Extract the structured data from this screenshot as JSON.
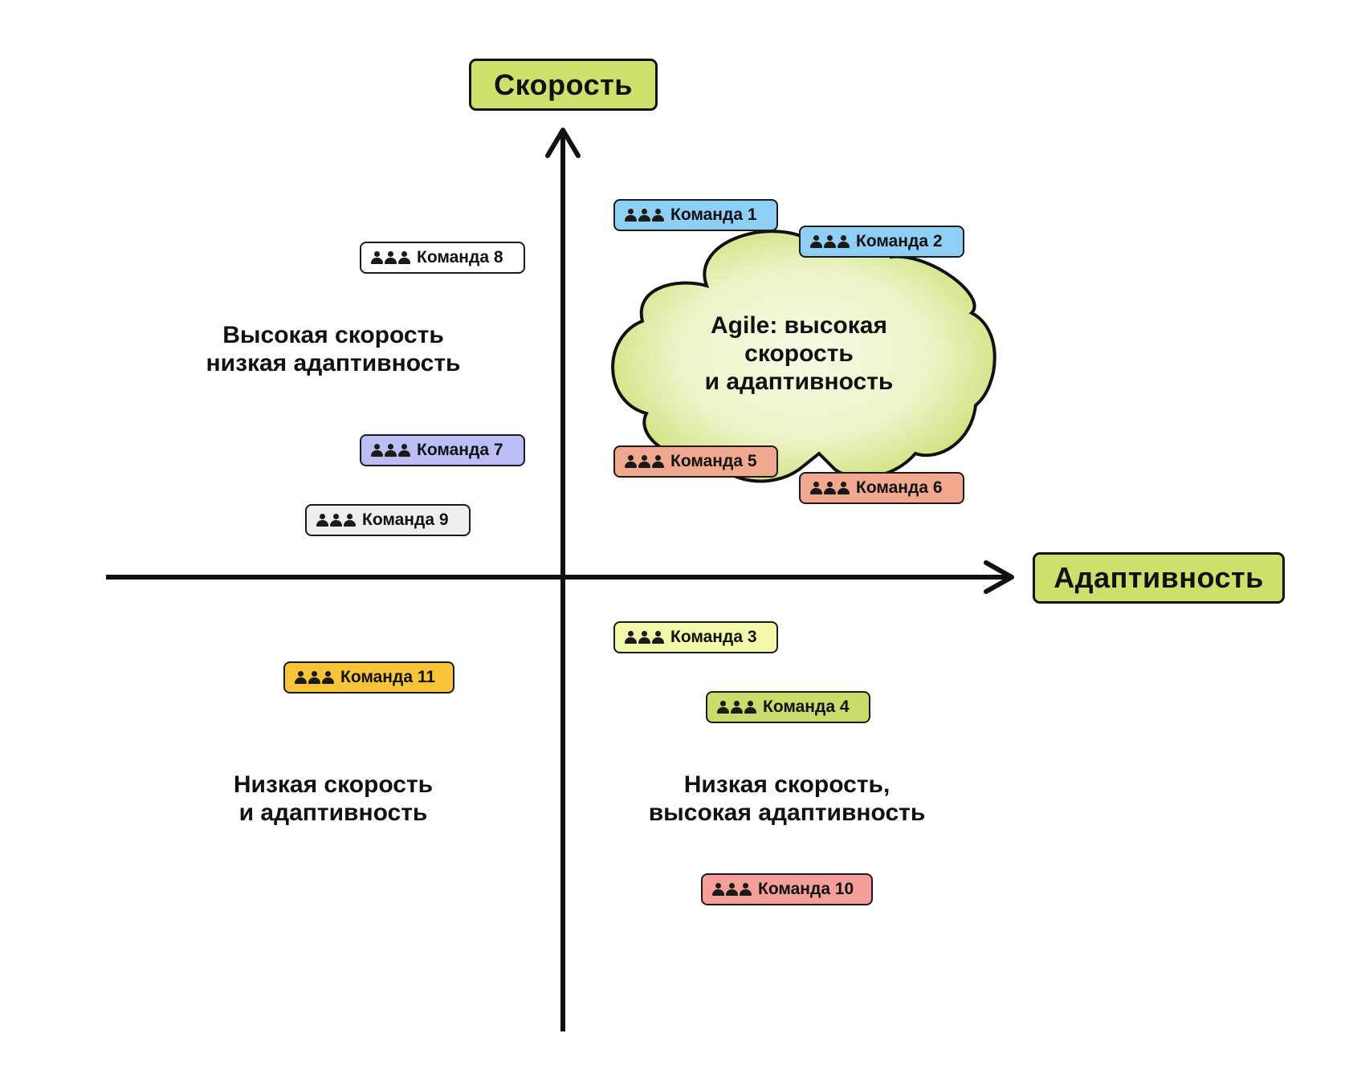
{
  "axes": {
    "y_label": "Скорость",
    "x_label": "Адаптивность"
  },
  "quadrants": {
    "top_left": "Высокая скорость\nнизкая адаптивность",
    "bottom_left": "Низкая скорость\nи адаптивность",
    "bottom_right": "Низкая скорость,\nвысокая адаптивность"
  },
  "cloud": {
    "text": "Agile: высокая\nскорость\nи адаптивность",
    "color": "#d7e57a"
  },
  "teams": [
    {
      "label": "Команда 1",
      "color": "#8ecff5",
      "icon": "team-icon"
    },
    {
      "label": "Команда 2",
      "color": "#8ecff5",
      "icon": "team-icon"
    },
    {
      "label": "Команда 3",
      "color": "#f3f7a8",
      "icon": "team-icon"
    },
    {
      "label": "Команда 4",
      "color": "#c8dc6a",
      "icon": "team-icon"
    },
    {
      "label": "Команда 5",
      "color": "#f0a88f",
      "icon": "team-icon"
    },
    {
      "label": "Команда 6",
      "color": "#f0a88f",
      "icon": "team-icon"
    },
    {
      "label": "Команда 7",
      "color": "#bcbdf5",
      "icon": "team-icon"
    },
    {
      "label": "Команда 8",
      "color": "#ffffff",
      "icon": "team-icon"
    },
    {
      "label": "Команда 9",
      "color": "#eeeeee",
      "icon": "team-icon"
    },
    {
      "label": "Команда 10",
      "color": "#f59e9a",
      "icon": "team-icon"
    },
    {
      "label": "Команда 11",
      "color": "#f7c43a",
      "icon": "team-icon"
    }
  ]
}
